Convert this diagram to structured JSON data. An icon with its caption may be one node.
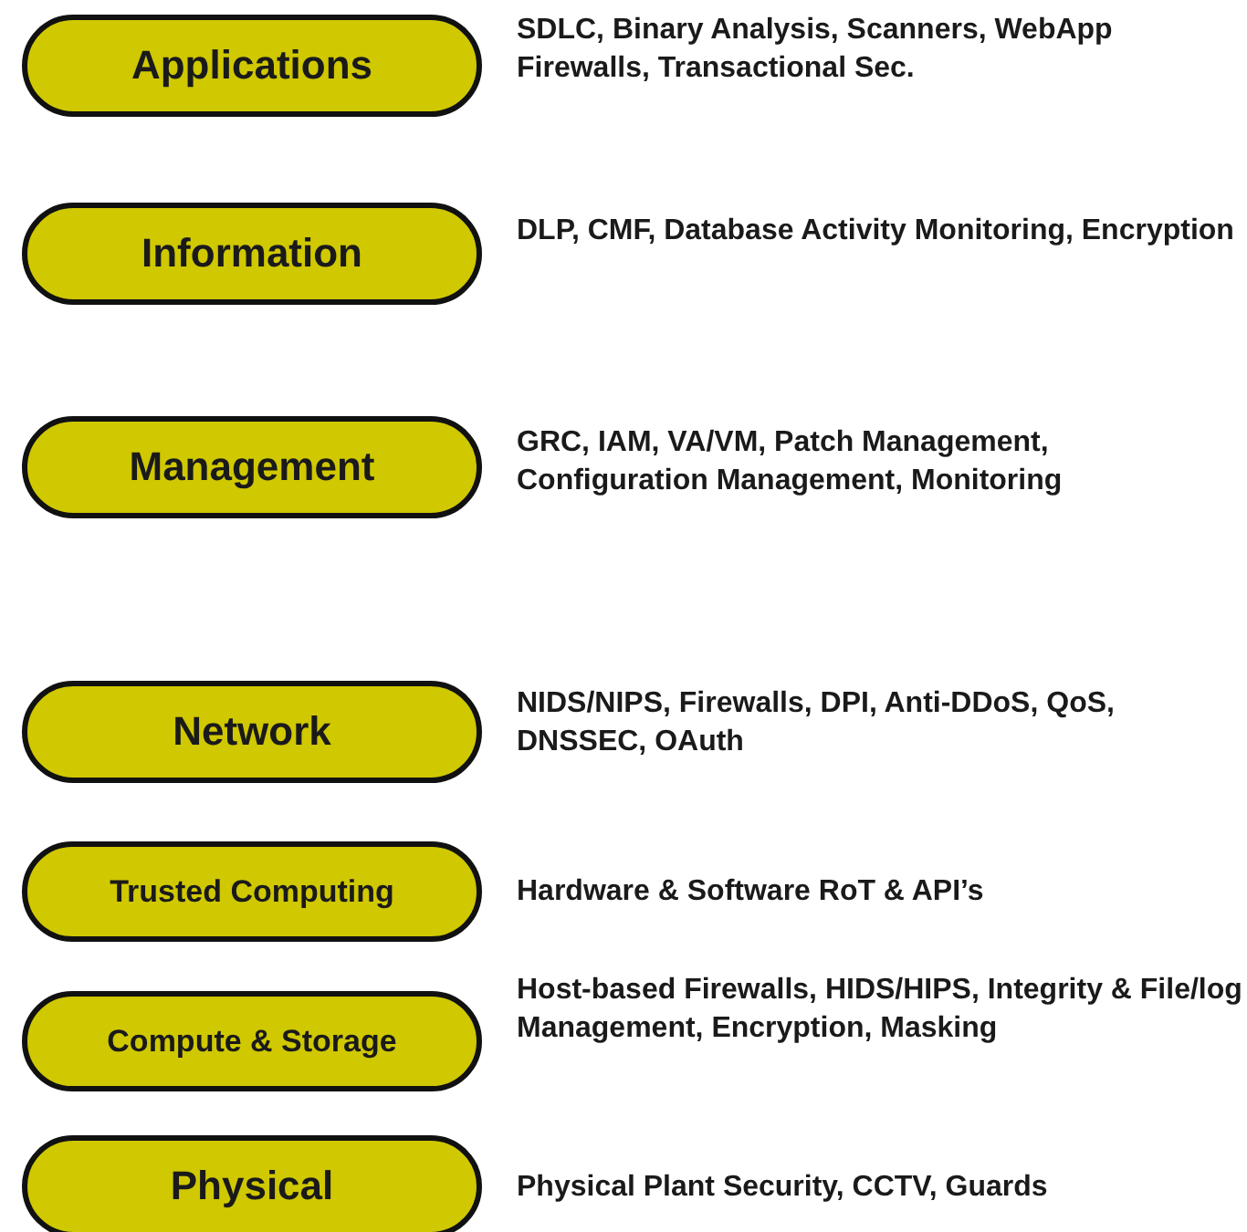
{
  "diagram": {
    "nodes": [
      {
        "text": [
          "Applications"
        ],
        "beside": [
          "SDLC, Binary Analysis, Scanners, WebApp Firewalls, Transactional Sec."
        ]
      },
      {
        "text": [
          "Information"
        ],
        "beside": [
          "DLP, CMF, Database Activity Monitoring, Encryption"
        ]
      },
      {
        "text": [
          "Management"
        ],
        "beside": [
          "GRC, IAM, VA/VM, Patch Management, Configuration Management, Monitoring"
        ]
      },
      {
        "text": [
          "Network"
        ],
        "beside": [
          "NIDS/NIPS, Firewalls, DPI, Anti-DDoS, QoS, DNSSEC, OAuth"
        ]
      },
      {
        "text": [
          "Trusted Computing"
        ],
        "beside": [
          "Hardware & Software RoT & API’s"
        ]
      },
      {
        "text": [
          "Compute & Storage"
        ],
        "beside": [
          "Host-based Firewalls, HIDS/HIPS, Integrity & File/log Management, Encryption, Masking"
        ]
      },
      {
        "text": [
          "Physical"
        ],
        "beside": [
          "Physical Plant Security, CCTV, Guards"
        ]
      }
    ],
    "edges": []
  }
}
